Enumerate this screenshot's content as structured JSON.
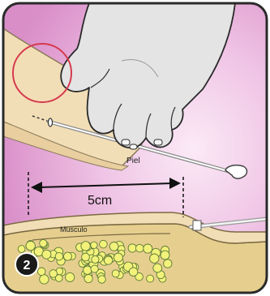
{
  "figure": {
    "step_number": "2",
    "labels": {
      "skin": "Piel",
      "distance": "5cm",
      "muscle": "Musculo"
    },
    "colors": {
      "background": "#e8a8d6",
      "background_center": "#fbeaf6",
      "frame": "#2a2a2a",
      "skin": "#f2deb6",
      "fat": "#e6cf8e",
      "fat_globule": "#f2f27a",
      "glove": "#e4e4e4",
      "highlight_circle": "#d63a4e",
      "badge": "#1a1a1a"
    },
    "icons": [
      "gloved-hand-icon",
      "catheter-icon",
      "highlight-circle-icon",
      "dimension-arrow-icon",
      "step-badge-icon"
    ]
  }
}
